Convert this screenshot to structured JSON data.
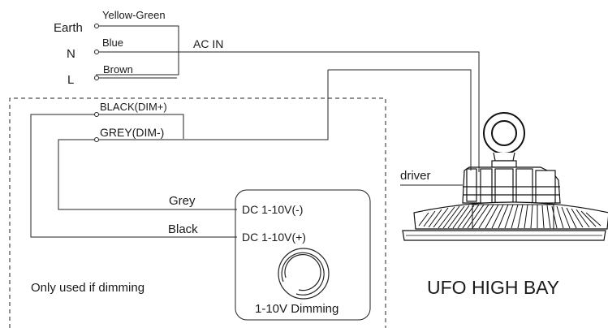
{
  "terminals": {
    "earth": "Earth",
    "n": "N",
    "l": "L"
  },
  "wires": {
    "earth_color": "Yellow-Green",
    "n_color": "Blue",
    "l_color": "Brown",
    "ac_in": "AC IN"
  },
  "dimming_leads": {
    "black": "BLACK(DIM+)",
    "grey": "GREY(DIM-)"
  },
  "dimmer": {
    "grey_wire": "Grey",
    "black_wire": "Black",
    "neg_terminal": "DC 1-10V(-)",
    "pos_terminal": "DC 1-10V(+)",
    "label": "1-10V Dimming"
  },
  "notes": {
    "dimming_only": "Only used if dimming"
  },
  "fixture": {
    "driver": "driver",
    "name": "UFO HIGH BAY"
  }
}
